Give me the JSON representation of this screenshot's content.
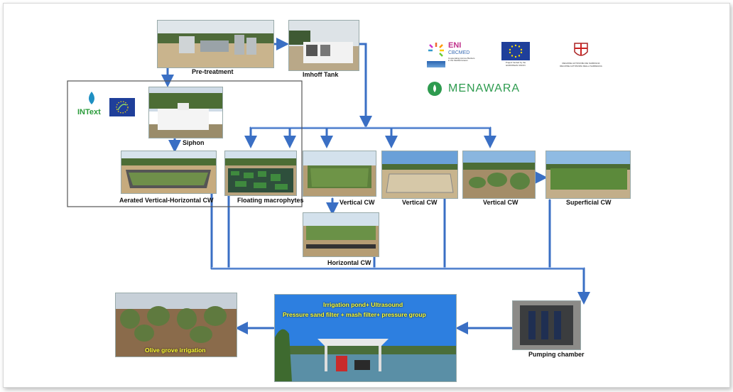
{
  "stages": {
    "pretreatment": "Pre-treatment",
    "imhoff": "Imhoff Tank",
    "siphon": "Siphon",
    "aerated": "Aerated  Vertical-Horizontal CW",
    "floating": "Floating macrophytes",
    "vertical1": "Vertical CW",
    "vertical2": "Vertical CW",
    "vertical3": "Vertical CW",
    "superficial": "Superficial CW",
    "horizontal": "Horizontal CW",
    "pond_line1": "Irrigation pond+ Ultrasound",
    "pond_line2": "Pressure sand filter + mash filter+ pressure group",
    "pumping": "Pumping chamber",
    "olive": "Olive grove irrigation"
  },
  "logos": {
    "eni": "ENI",
    "cbcmed": "CBCMED",
    "eni_tagline": "Cooperating Across Borders in the Mediterranean",
    "eu_text": "Project funded by the EUROPEAN UNION",
    "sardegna1": "REGIONE AUTONOMA DE SARDIGNA",
    "sardegna2": "REGIONE AUTONOMA DELLA SARDEGNA",
    "menawara": "MENAWARA",
    "intext": "INText"
  },
  "colors": {
    "pipe": "#3a6fc4",
    "pipe_light": "#8fb2ec",
    "caption_yellow": "#ffff33",
    "menawara_green": "#2e9b4f"
  }
}
